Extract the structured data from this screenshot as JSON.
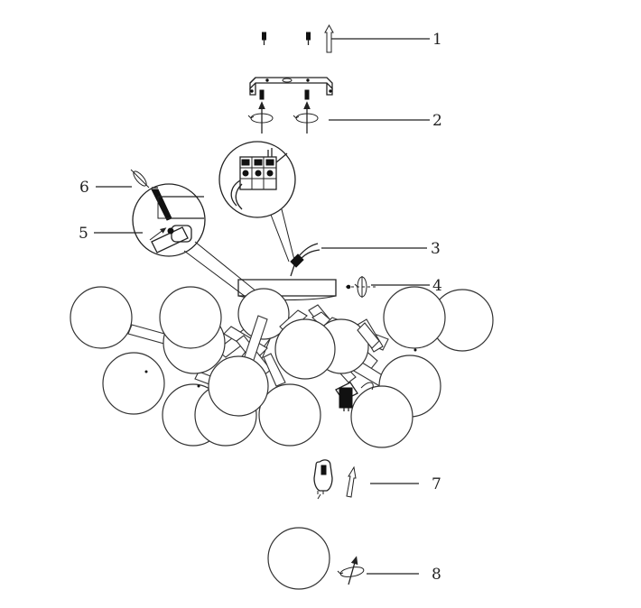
{
  "diagram": {
    "callouts": [
      {
        "number": "1"
      },
      {
        "number": "2"
      },
      {
        "number": "3"
      },
      {
        "number": "4"
      },
      {
        "number": "5"
      },
      {
        "number": "6"
      },
      {
        "number": "7"
      },
      {
        "number": "8"
      }
    ],
    "icons": {
      "screw": "screw-icon",
      "bracket": "mounting-bracket-icon",
      "rotate": "rotate-arrow-icon",
      "hex_key": "hex-key-icon",
      "bulb": "g9-bulb-icon",
      "globe": "glass-globe-icon",
      "terminal_block": "terminal-block-icon"
    },
    "colors": {
      "line": "#222222",
      "fill": "#ffffff"
    }
  }
}
